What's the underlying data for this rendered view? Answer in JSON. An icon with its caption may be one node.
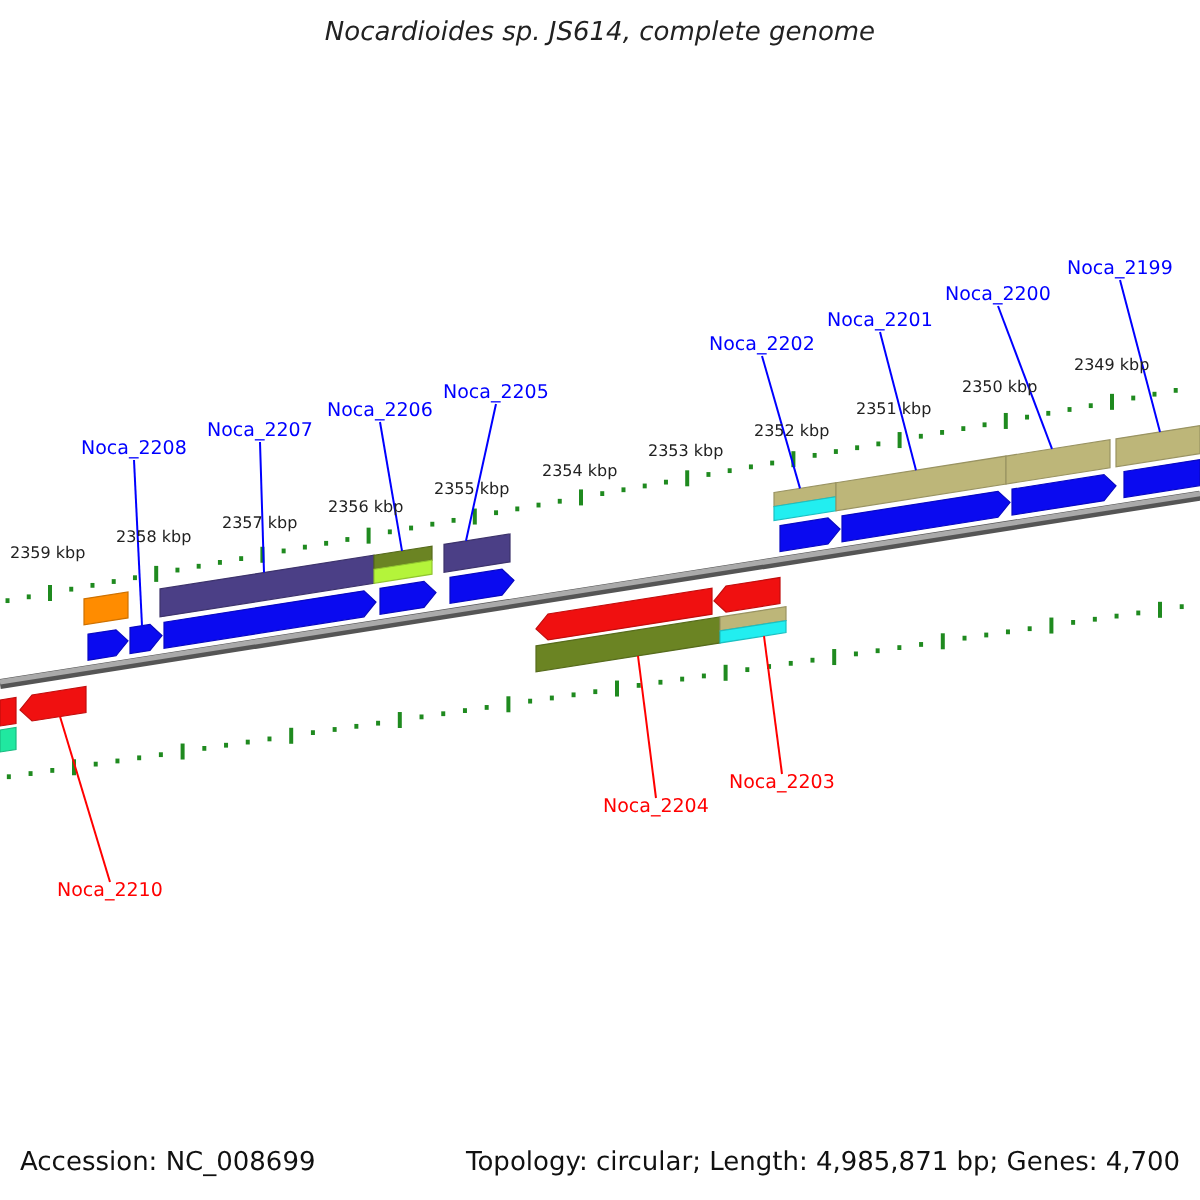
{
  "diagram": {
    "title": "Nocardioides sp. JS614, complete genome",
    "nodes": [
      {
        "text": [
          "Noca_2199"
        ]
      },
      {
        "text": [
          "Noca_2200"
        ]
      },
      {
        "text": [
          "Noca_2201"
        ]
      },
      {
        "text": [
          "Noca_2202"
        ]
      },
      {
        "text": [
          "Noca_2205"
        ]
      },
      {
        "text": [
          "Noca_2206"
        ]
      },
      {
        "text": [
          "Noca_2207"
        ]
      },
      {
        "text": [
          "Noca_2208"
        ]
      },
      {
        "text": [
          "Noca_2203"
        ]
      },
      {
        "text": [
          "Noca_2204"
        ]
      },
      {
        "text": [
          "Noca_2210"
        ]
      },
      {
        "text": [],
        "shape": "bar"
      },
      {
        "text": [],
        "shape": "bar"
      },
      {
        "text": [],
        "shape": "pentagon"
      },
      {
        "text": [],
        "shape": "bar"
      },
      {
        "text": [],
        "shape": "pentagon"
      },
      {
        "text": [],
        "shape": "pentagon"
      },
      {
        "text": [],
        "shape": "bar"
      },
      {
        "text": [],
        "shape": "pentagon"
      },
      {
        "text": [],
        "shape": "bar"
      },
      {
        "text": [],
        "shape": "bar"
      },
      {
        "text": [],
        "shape": "pentagon"
      },
      {
        "text": [],
        "shape": "bar"
      },
      {
        "text": [],
        "shape": "pentagon"
      },
      {
        "text": [],
        "shape": "pentagon"
      },
      {
        "text": [],
        "shape": "bar"
      },
      {
        "text": [],
        "shape": "pentagon"
      },
      {
        "text": [],
        "shape": "bar"
      },
      {
        "text": [],
        "shape": "bar"
      },
      {
        "text": [],
        "shape": "bar"
      },
      {
        "text": [],
        "shape": "bar"
      },
      {
        "text": [],
        "shape": "pentagon"
      },
      {
        "text": [],
        "shape": "bar"
      },
      {
        "text": [],
        "shape": "pentagon"
      },
      {
        "text": [],
        "shape": "bar"
      },
      {
        "text": [],
        "shape": "pentagon"
      },
      {
        "text": [],
        "shape": "bar"
      },
      {
        "text": [],
        "shape": "bar"
      }
    ],
    "edges": [
      {
        "from": 0,
        "to": 36,
        "arrow": "none"
      },
      {
        "from": 1,
        "to": 34,
        "arrow": "none"
      },
      {
        "from": 2,
        "to": 32,
        "arrow": "none"
      },
      {
        "from": 3,
        "to": 29,
        "arrow": "none"
      },
      {
        "from": 4,
        "to": 22,
        "arrow": "none"
      },
      {
        "from": 5,
        "to": 19,
        "arrow": "none"
      },
      {
        "from": 6,
        "to": 17,
        "arrow": "none"
      },
      {
        "from": 7,
        "to": 16,
        "arrow": "none"
      },
      {
        "from": 8,
        "to": 28,
        "arrow": "none",
        "color": "#ff0000"
      },
      {
        "from": 9,
        "to": 25,
        "arrow": "none",
        "color": "#ff0000"
      },
      {
        "from": 10,
        "to": 13,
        "arrow": "none",
        "color": "#ff0000"
      }
    ],
    "labels": [
      "2349 kbp",
      "2350 kbp",
      "2351 kbp",
      "2352 kbp",
      "2353 kbp",
      "2354 kbp",
      "2355 kbp",
      "2356 kbp",
      "2357 kbp",
      "2358 kbp",
      "2359 kbp",
      "Accession: NC_008699",
      "Topology: circular; Length: 4,985,871 bp; Genes: 4,700"
    ]
  }
}
